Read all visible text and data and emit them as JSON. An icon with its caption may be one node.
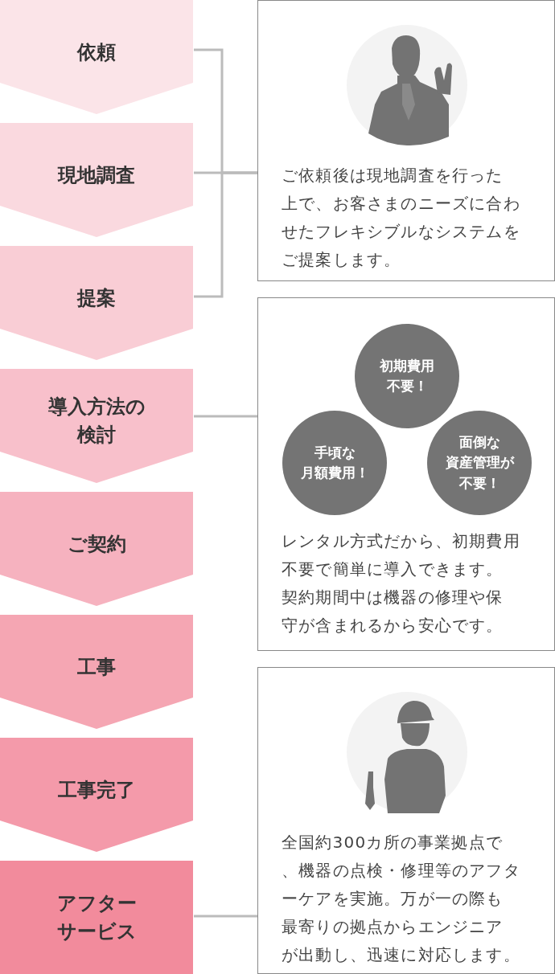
{
  "diagram": {
    "nodes": [
      {
        "text": [
          "依頼"
        ]
      },
      {
        "text": [
          "現地調査"
        ]
      },
      {
        "text": [
          "提案"
        ]
      },
      {
        "text": [
          "導入方法の検討"
        ]
      },
      {
        "text": [
          "ご契約"
        ]
      },
      {
        "text": [
          "工事"
        ]
      },
      {
        "text": [
          "工事完了"
        ]
      },
      {
        "text": [
          "アフターサービス"
        ]
      },
      {
        "text": [
          "ご依頼後は現地調査を行った上で、お客さまのニーズに合わせたフレキシブルなシステムをご提案します。"
        ]
      },
      {
        "text": [
          "レンタル方式だから、初期費用不要で簡単に導入できます。契約期間中は機器の修理や保守が含まれるから安心です。"
        ]
      },
      {
        "text": [
          "初期費用不要！"
        ],
        "in": 9
      },
      {
        "text": [
          "手頃な月額費用！"
        ],
        "in": 9
      },
      {
        "text": [
          "面倒な資産管理が不要！"
        ],
        "in": 9
      },
      {
        "text": [
          "全国約300カ所の事業拠点で、機器の点検・修理等のアフターケアを実施。万が一の際も最寄りの拠点からエンジニアが出動し、迅速に対応します。"
        ]
      }
    ],
    "edges": [
      {
        "from": 0,
        "to": 8,
        "arrow": "none"
      },
      {
        "from": 1,
        "to": 8,
        "arrow": "none"
      },
      {
        "from": 2,
        "to": 8,
        "arrow": "none"
      },
      {
        "from": 3,
        "to": 9,
        "arrow": "none"
      },
      {
        "from": 7,
        "to": 13,
        "arrow": "none"
      }
    ]
  }
}
